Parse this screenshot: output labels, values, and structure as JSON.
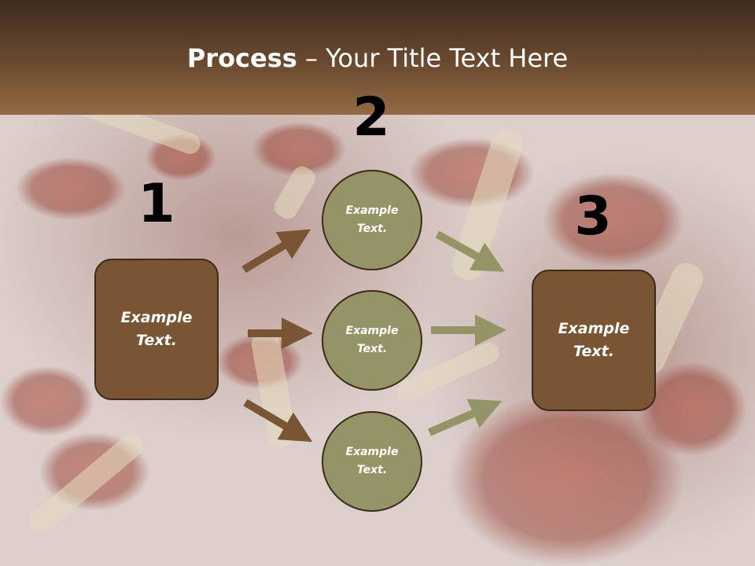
{
  "slide": {
    "title_bold": "Process",
    "title_rest": " – Your Title Text Here"
  },
  "steps": [
    {
      "number": "1",
      "label": "Example Text."
    },
    {
      "number": "2",
      "label": "Example Text."
    },
    {
      "number": "3",
      "label": "Example Text."
    }
  ],
  "middle_nodes": [
    {
      "label": "Example Text."
    },
    {
      "label": "Example Text."
    },
    {
      "label": "Example Text."
    }
  ],
  "colors": {
    "header_dark": "#3e2c1d",
    "header_light": "#946a44",
    "box_fill": "#7a5534",
    "circle_fill": "#949466",
    "arrow_brown": "#7a5534",
    "arrow_olive": "#949466"
  }
}
